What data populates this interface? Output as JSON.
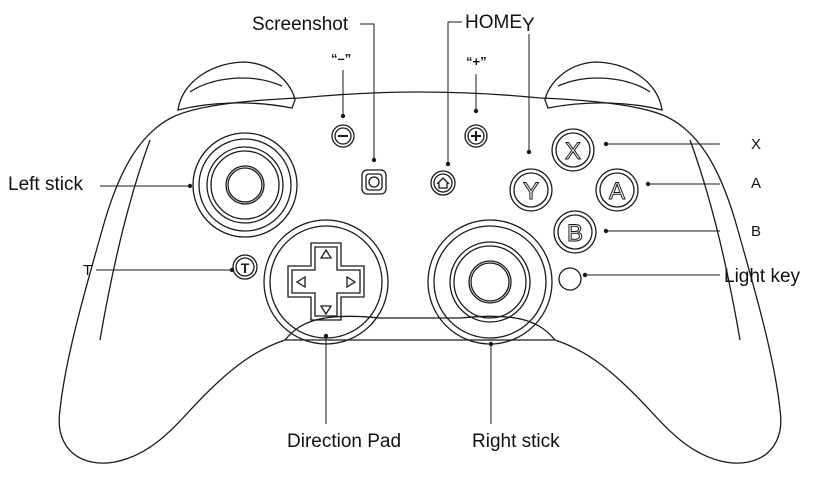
{
  "labels": {
    "screenshot": "Screenshot",
    "home": "HOME",
    "y_top": "Y",
    "minus": "“–”",
    "plus": "“+”",
    "x": "X",
    "a": "A",
    "b": "B",
    "left_stick": "Left stick",
    "t": "T",
    "light_key": "Light key",
    "direction_pad": "Direction Pad",
    "right_stick": "Right stick"
  },
  "buttons": {
    "x": "X",
    "y": "Y",
    "a": "A",
    "b": "B",
    "t": "T"
  },
  "colors": {
    "line": "#1a1a1a",
    "background": "#ffffff"
  }
}
